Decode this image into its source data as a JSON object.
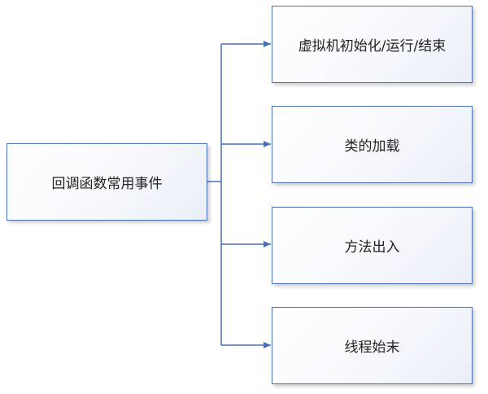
{
  "root": {
    "label": "回调函数常用事件"
  },
  "children": [
    {
      "label": "虚拟机初始化/运行/结束"
    },
    {
      "label": "类的加载"
    },
    {
      "label": "方法出入"
    },
    {
      "label": "线程始末"
    }
  ],
  "colors": {
    "line": "#4a6fb5",
    "border": "#4a6fb5",
    "text": "#222222"
  }
}
